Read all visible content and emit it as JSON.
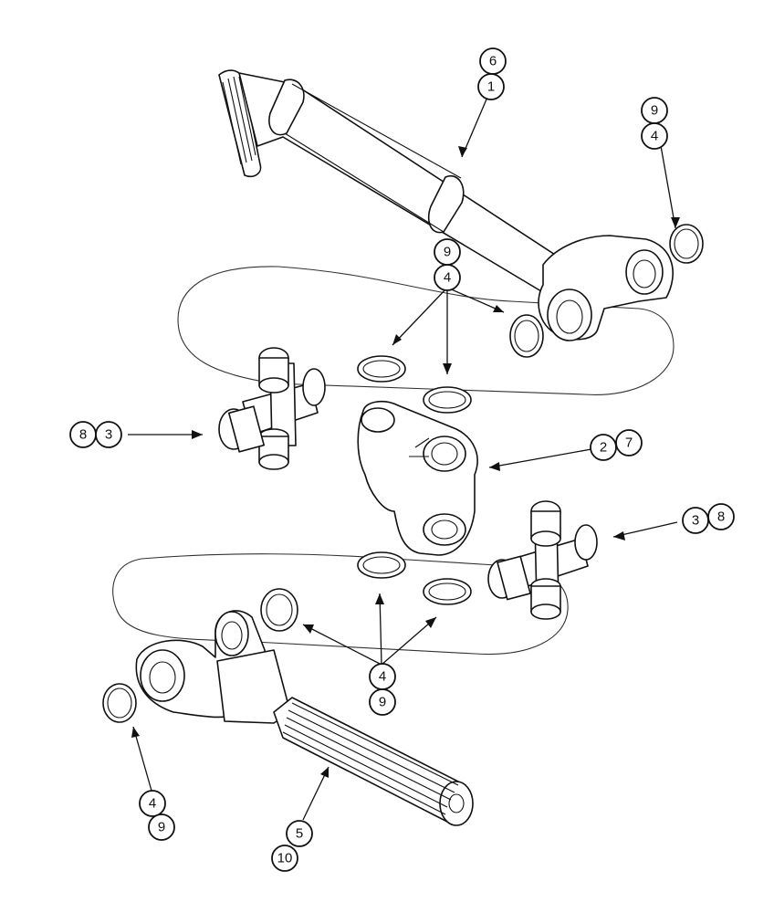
{
  "colors": {
    "line": "#111111",
    "background": "#ffffff"
  },
  "callouts": [
    {
      "id": "c6a",
      "label": "6"
    },
    {
      "id": "c1a",
      "label": "1"
    },
    {
      "id": "c9a",
      "label": "9"
    },
    {
      "id": "c4a",
      "label": "4"
    },
    {
      "id": "c9b",
      "label": "9"
    },
    {
      "id": "c4b",
      "label": "4"
    },
    {
      "id": "c8a",
      "label": "8"
    },
    {
      "id": "c3a",
      "label": "3"
    },
    {
      "id": "c2a",
      "label": "2"
    },
    {
      "id": "c7a",
      "label": "7"
    },
    {
      "id": "c3b",
      "label": "3"
    },
    {
      "id": "c8b",
      "label": "8"
    },
    {
      "id": "c4c",
      "label": "4"
    },
    {
      "id": "c9c",
      "label": "9"
    },
    {
      "id": "c4d",
      "label": "4"
    },
    {
      "id": "c9d",
      "label": "9"
    },
    {
      "id": "c5a",
      "label": "5"
    },
    {
      "id": "c10a",
      "label": "10"
    }
  ]
}
